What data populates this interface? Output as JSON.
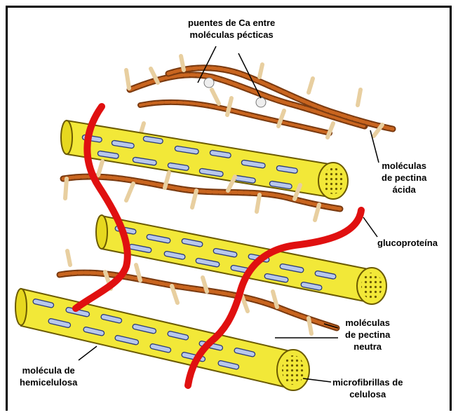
{
  "labels": {
    "calcium_bridges": [
      "puentes de Ca entre",
      "moléculas pécticas"
    ],
    "acid_pectin": [
      "moléculas",
      "de pectina",
      "ácida"
    ],
    "glycoprotein": [
      "glucoproteína"
    ],
    "neutral_pectin": [
      "moléculas",
      "de pectina",
      "neutra"
    ],
    "hemicellulose": [
      "molécula de",
      "hemicelulosa"
    ],
    "microfibrils": [
      "microfibrillas de",
      "celulosa"
    ]
  },
  "colors": {
    "cellulose_fill": "#f2e838",
    "cellulose_stroke": "#6b5a00",
    "hemicellulose": "#b8c8ec",
    "pectin": "#b85a1e",
    "glycoprotein": "#e01010",
    "frame": "#000000"
  }
}
